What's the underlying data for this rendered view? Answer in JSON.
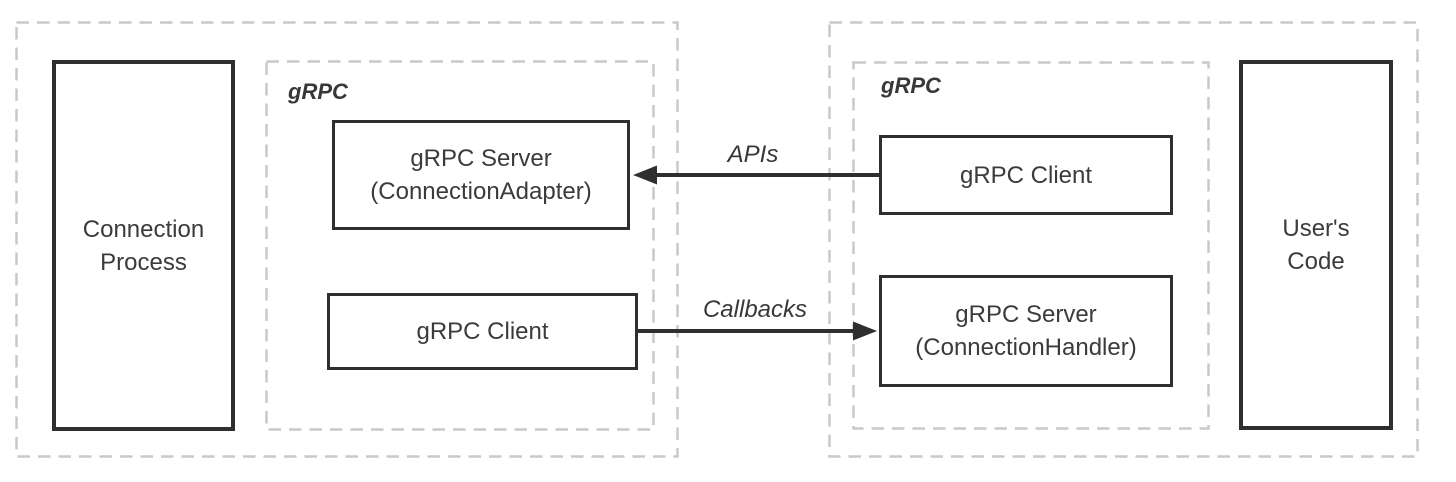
{
  "diagram": {
    "background": "#ffffff",
    "colors": {
      "container_dash": "#c9c9c9",
      "box_border": "#2f2f2f",
      "arrow": "#2f2f2f",
      "text": "#3b3b3b"
    },
    "left_group": {
      "process_box_label": "Connection\nProcess",
      "grpc_label": "gRPC",
      "server_box_label": "gRPC Server\n(ConnectionAdapter)",
      "client_box_label": "gRPC Client"
    },
    "right_group": {
      "grpc_label": "gRPC",
      "client_box_label": "gRPC Client",
      "server_box_label": "gRPC Server\n(ConnectionHandler)",
      "code_box_label": "User's\nCode"
    },
    "arrows": [
      {
        "label": "APIs",
        "direction": "left"
      },
      {
        "label": "Callbacks",
        "direction": "right"
      }
    ]
  }
}
